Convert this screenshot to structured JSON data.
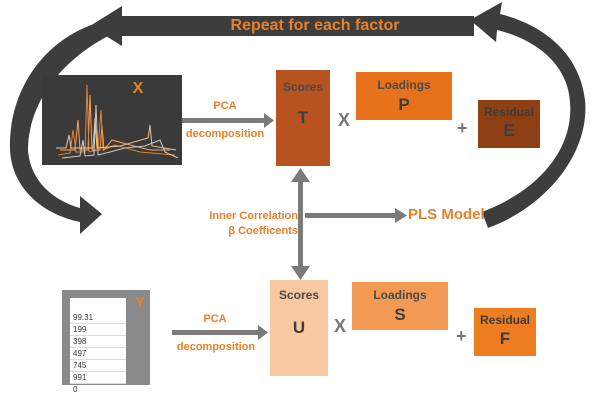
{
  "banner": {
    "label": "Repeat for each factor"
  },
  "x_panel": {
    "label": "X"
  },
  "y_panel": {
    "label": "Y",
    "values": [
      "99.31",
      "199",
      "398",
      "497",
      "745",
      "991",
      "0"
    ]
  },
  "top_row": {
    "arrow_label_line1": "PCA",
    "arrow_label_line2": "decomposition",
    "scores": {
      "title": "Scores",
      "letter": "T"
    },
    "times": "X",
    "loadings": {
      "title": "Loadings",
      "letter": "P"
    },
    "plus": "+",
    "residual": {
      "title": "Residual",
      "letter": "E"
    }
  },
  "middle": {
    "inner_line1": "Inner Correlation",
    "inner_line2": "β Coefficents",
    "pls_label": "PLS Model"
  },
  "bottom_row": {
    "arrow_label_line1": "PCA",
    "arrow_label_line2": "decomposition",
    "scores": {
      "title": "Scores",
      "letter": "U"
    },
    "times": "X",
    "loadings": {
      "title": "Loadings",
      "letter": "S"
    },
    "plus": "+",
    "residual": {
      "title": "Residual",
      "letter": "F"
    }
  },
  "colors": {
    "banner_arrow": "#3d3d3d",
    "banner_text": "#e8802b",
    "scores_t": "#b6531f",
    "loadings_p": "#e8721c",
    "residual_e": "#8f3f14",
    "scores_u": "#f9c8a0",
    "loadings_s": "#f29a54",
    "residual_f": "#ee7d22",
    "connector": "#7a7a7a",
    "label_orange": "#e8802b"
  },
  "icons": [
    "curved-arrow-left",
    "curved-arrow-right",
    "double-headed-arrow",
    "spectra-plot"
  ]
}
